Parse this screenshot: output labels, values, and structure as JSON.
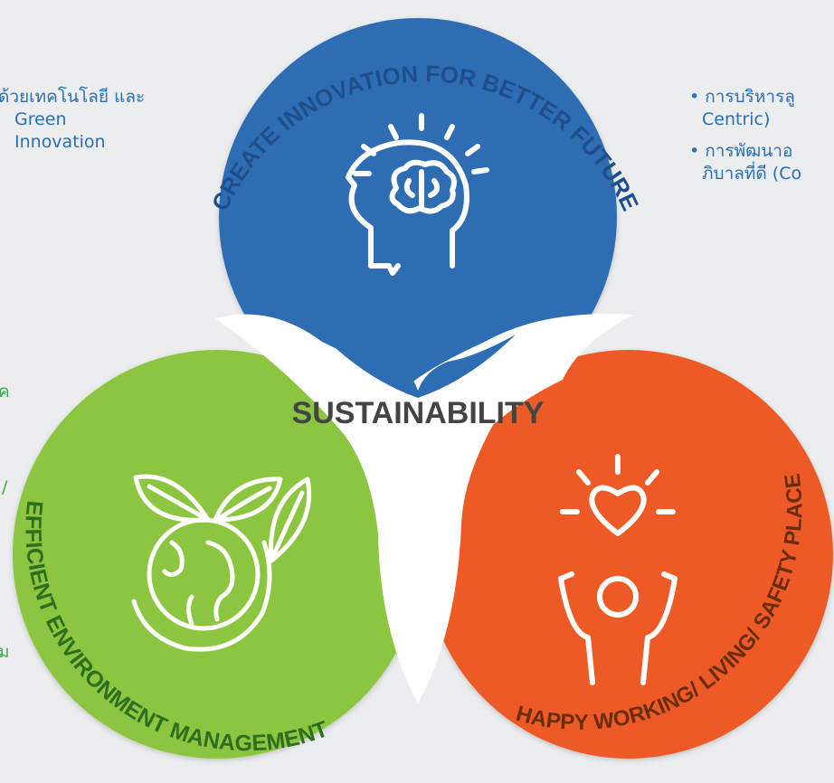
{
  "left_text": {
    "top_lines": [
      "ด้วยเทคโนโลยี และ",
      "Green",
      "Innovation"
    ],
    "fragments": [
      "ค",
      "/",
      "ม"
    ]
  },
  "right_text": {
    "items": [
      {
        "lines": [
          "• การบริหารลู",
          "Centric)"
        ]
      },
      {
        "lines": [
          "• การพัฒนาอ",
          "ภิบาลที่ดี (Co"
        ]
      }
    ]
  },
  "center_label": "SUSTAINABILITY",
  "circles": {
    "top": {
      "title": "CREATE INNOVATION FOR BETTER FUTURE",
      "color": "#2d6db4",
      "icon": "brain-head-icon"
    },
    "left": {
      "title": "EFFICIENT ENVIRONMENT MANAGEMENT",
      "color": "#8cc63f",
      "icon": "globe-leaves-icon"
    },
    "right": {
      "title": "HAPPY WORKING/ LIVING/ SAFETY PLACE",
      "color": "#ee5a28",
      "icon": "happy-person-heart-icon"
    }
  },
  "colors": {
    "background": "#ecedef",
    "blue_text": "#2a6fb5",
    "green_text": "#3aa84a",
    "title_dark_blue": "#1f4e8c",
    "title_dark_green": "#2e6e1e",
    "title_dark_orange": "#6b2c0c"
  }
}
